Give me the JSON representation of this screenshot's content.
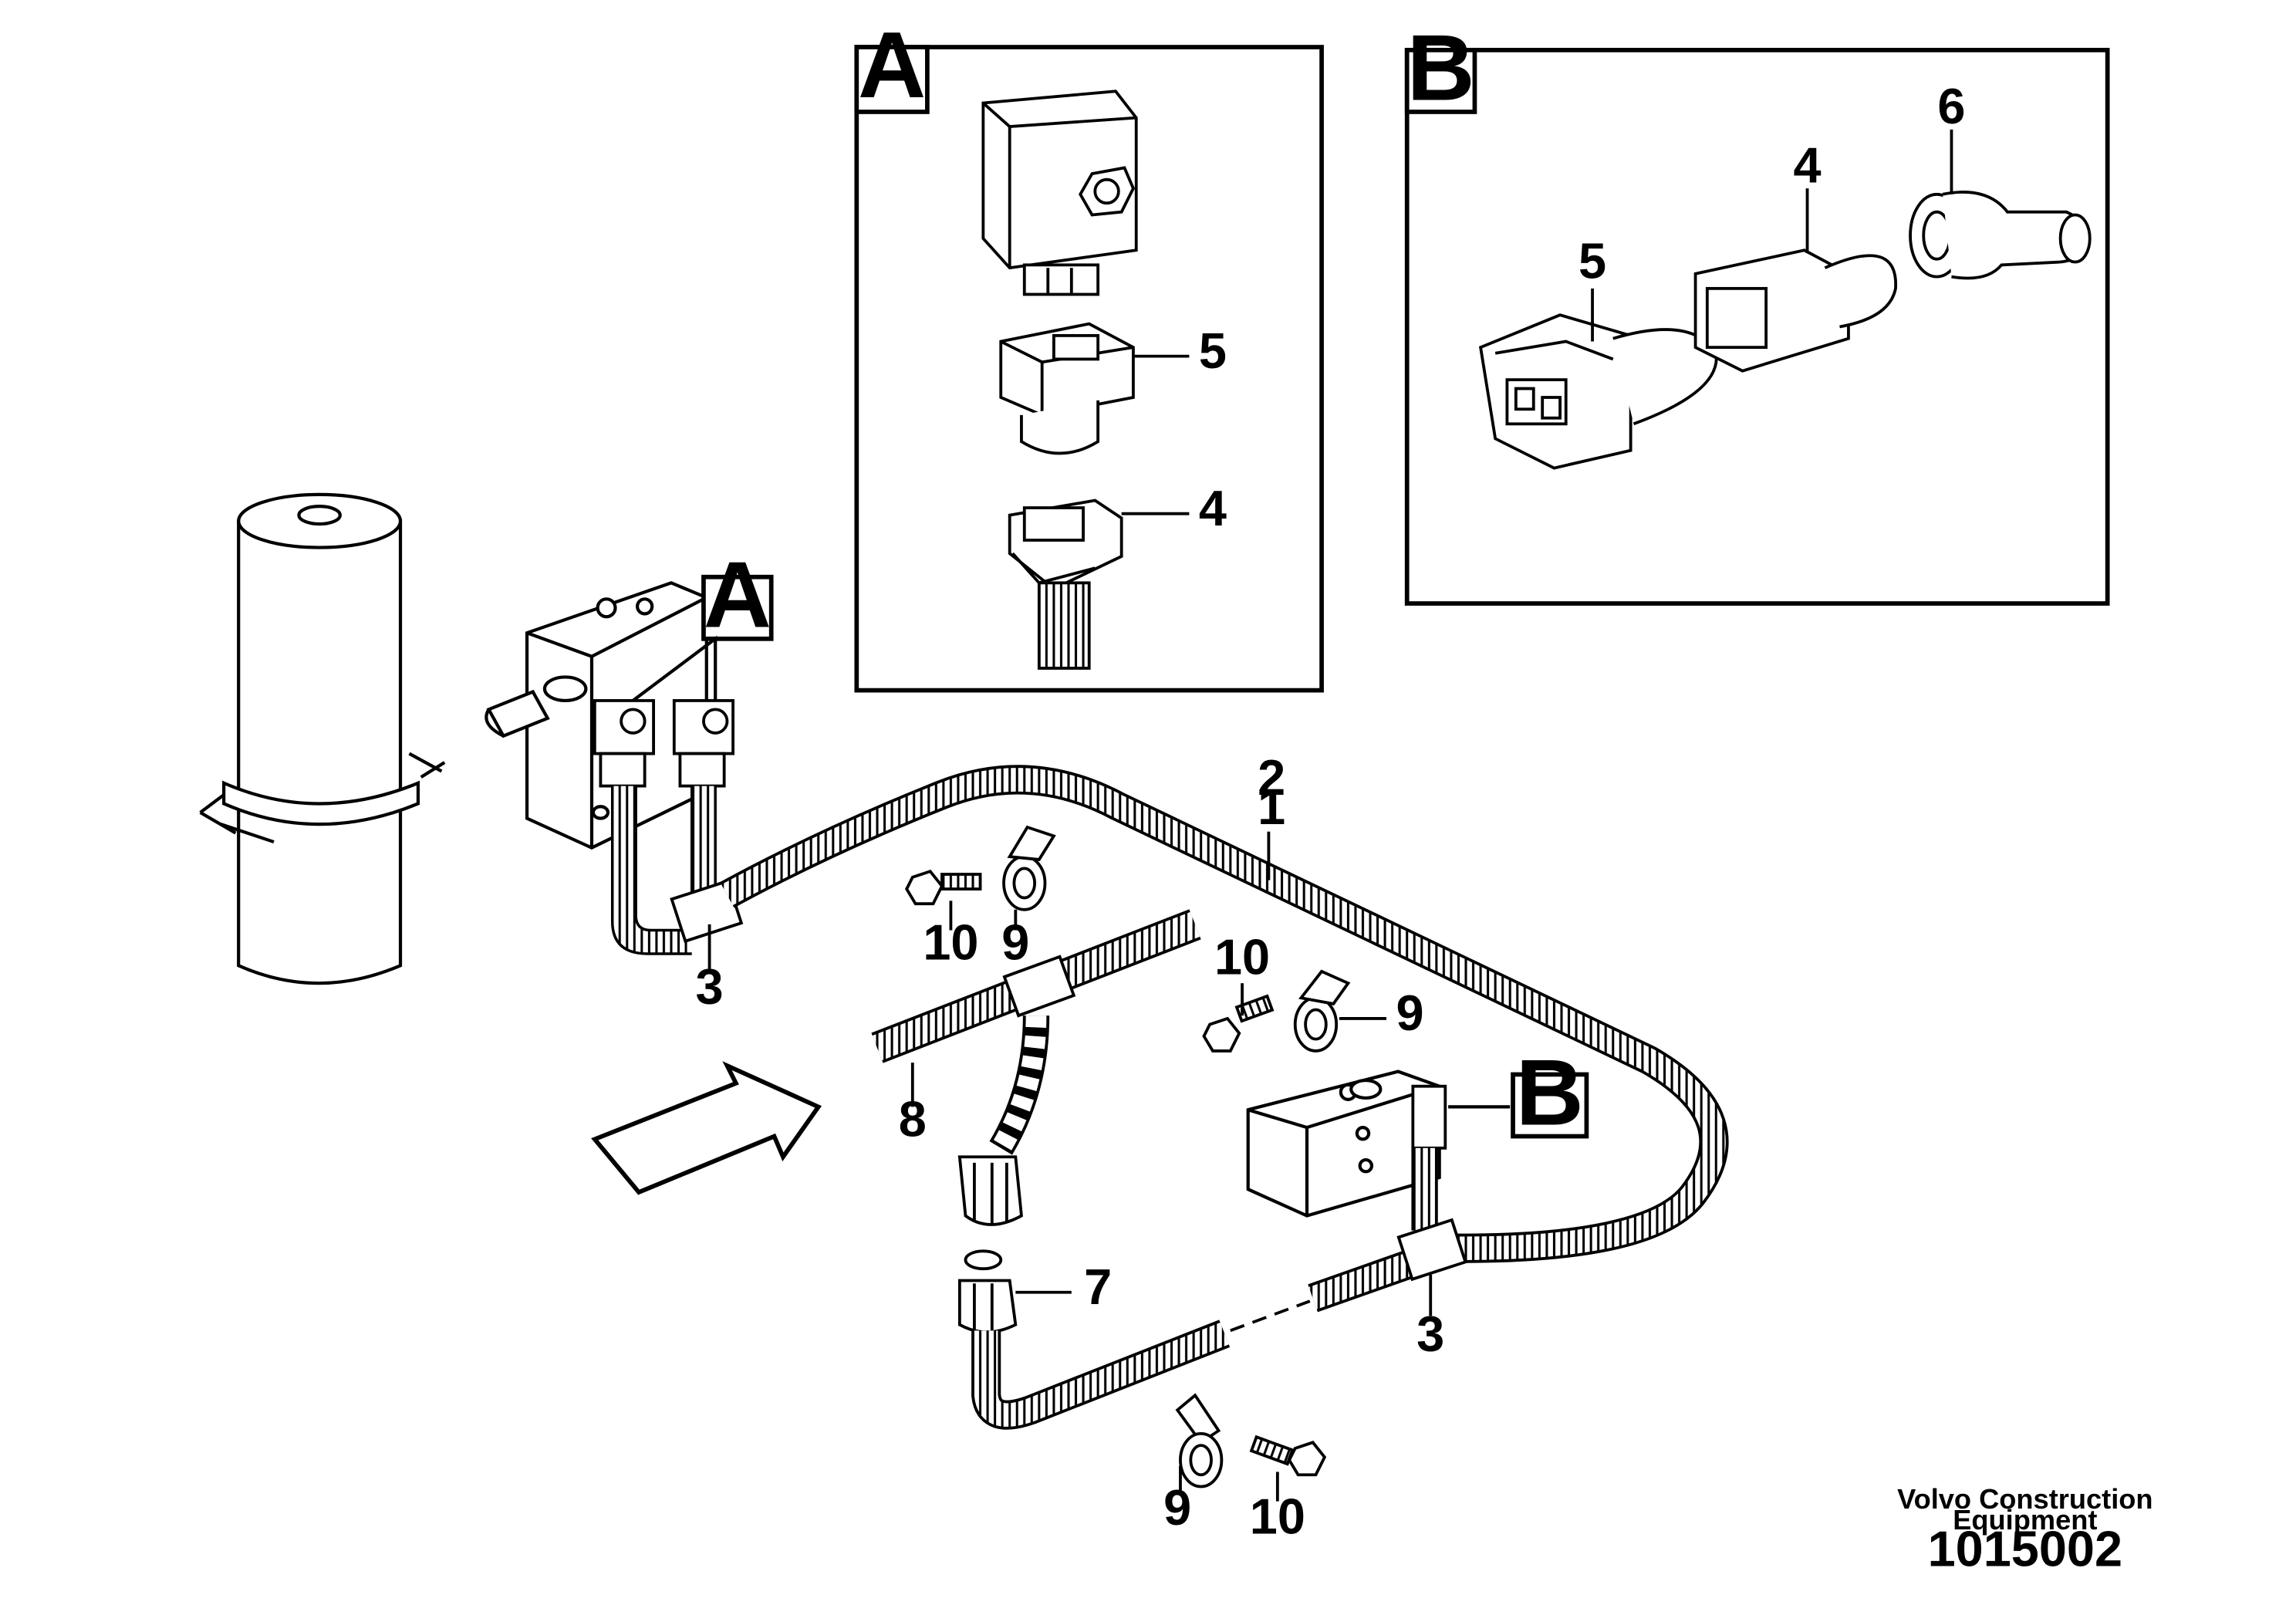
{
  "inset_a": {
    "letter": "A",
    "callouts": {
      "connector": "5",
      "plug": "4"
    }
  },
  "inset_b": {
    "letter": "B",
    "callouts": {
      "connector": "5",
      "plug": "4",
      "elbow": "6"
    }
  },
  "main": {
    "callout_a": "A",
    "callout_b": "B",
    "labels": {
      "harness_2": "2",
      "harness_1": "1",
      "branch_left": "3",
      "branch_right": "3",
      "bolt_top": "10",
      "clamp_top": "9",
      "bolt_mid": "10",
      "clamp_mid": "9",
      "main_harness": "8",
      "coupling": "7",
      "clamp_bottom": "9",
      "bolt_bottom": "10"
    }
  },
  "footer": {
    "credit_line1": "Volvo Construction",
    "credit_line2": "Equipment",
    "doc_number": "1015002"
  }
}
